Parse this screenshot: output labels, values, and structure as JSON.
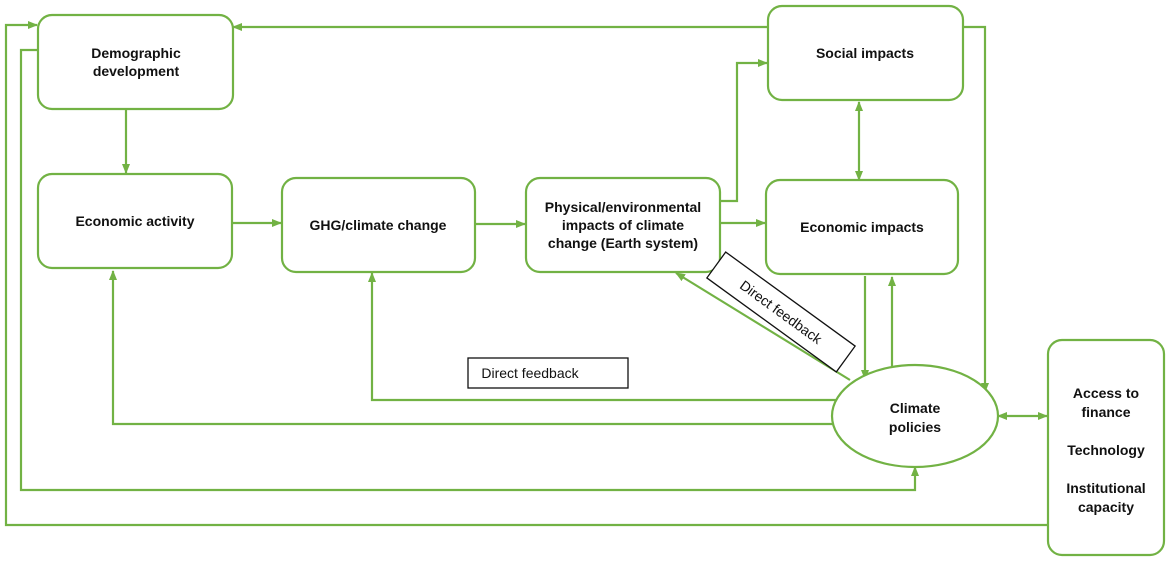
{
  "colors": {
    "accent": "#72b244",
    "text": "#111111",
    "label_border": "#111111"
  },
  "nodes": {
    "demographic": {
      "lines": [
        "Demographic",
        "development"
      ]
    },
    "economic_activity": {
      "lines": [
        "Economic activity"
      ]
    },
    "ghg": {
      "lines": [
        "GHG/climate change"
      ]
    },
    "physical": {
      "lines": [
        "Physical/environmental",
        "impacts of climate",
        "change (Earth system)"
      ]
    },
    "social": {
      "lines": [
        "Social impacts"
      ]
    },
    "economic_impacts": {
      "lines": [
        "Economic impacts"
      ]
    },
    "climate_policies": {
      "lines": [
        "Climate",
        "policies"
      ]
    },
    "access": {
      "lines": [
        "Access to",
        "finance",
        "",
        "Technology",
        "",
        "Institutional",
        "capacity"
      ]
    }
  },
  "labels": {
    "direct_feedback_1": "Direct feedback",
    "direct_feedback_2": "Direct feedback"
  }
}
